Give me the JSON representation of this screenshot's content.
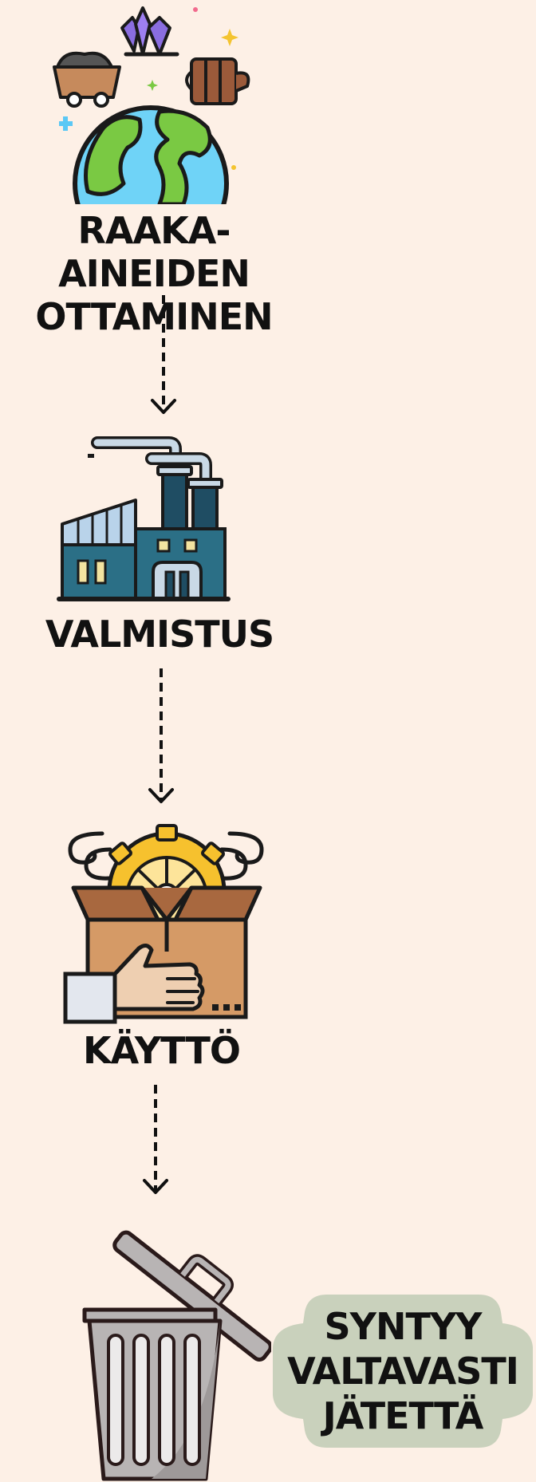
{
  "steps": [
    {
      "label_lines": [
        "RAAKA-AINEIDEN",
        "OTTAMINEN"
      ],
      "icon": "earth-resources-icon"
    },
    {
      "label_lines": [
        "VALMISTUS"
      ],
      "icon": "factory-icon"
    },
    {
      "label_lines": [
        "KÄYTTÖ"
      ],
      "icon": "box-gear-hand-icon"
    },
    {
      "label_lines": [],
      "icon": "trash-can-icon"
    }
  ],
  "callout": {
    "lines": [
      "SYNTYY",
      "VALTAVASTI",
      "JÄTETTÄ"
    ]
  },
  "colors": {
    "background": "#fdf0e6",
    "text": "#111111",
    "callout_bg": "#c9d1bc"
  }
}
